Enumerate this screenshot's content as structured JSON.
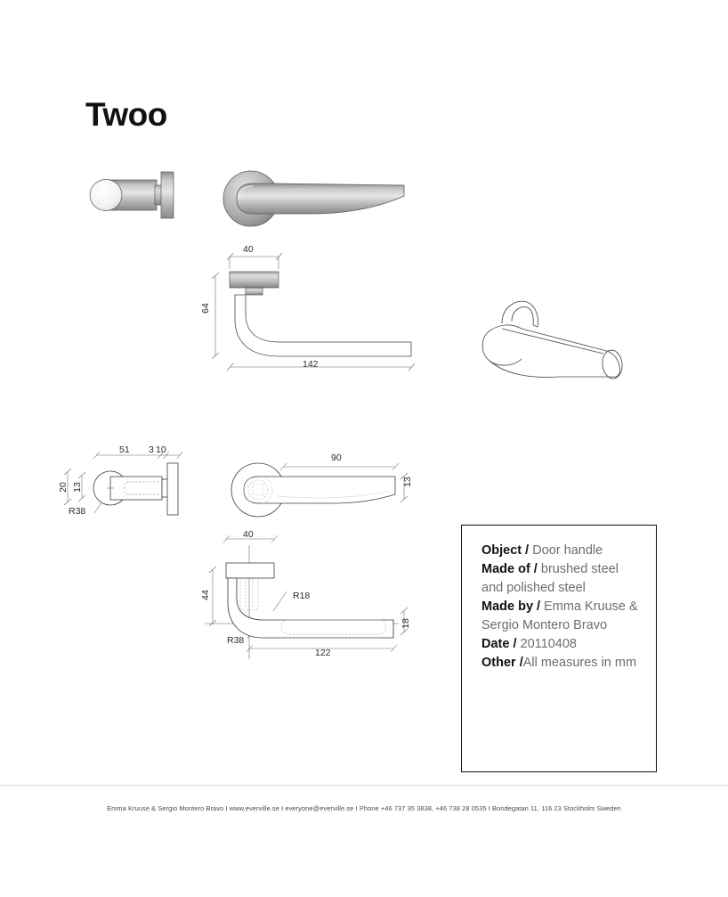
{
  "document": {
    "title": "Twoo",
    "kind": "product-technical-drawing"
  },
  "views": [
    {
      "name": "side-view-shaded",
      "label": ""
    },
    {
      "name": "top-view-shaded",
      "label": ""
    },
    {
      "name": "front-elevation-dimensioned",
      "label": ""
    },
    {
      "name": "perspective-wireframe",
      "label": ""
    },
    {
      "name": "section-view-dimensioned",
      "label": ""
    },
    {
      "name": "top-view-wireframe",
      "label": ""
    },
    {
      "name": "side-elevation-dimensioned",
      "label": ""
    }
  ],
  "dimensions": {
    "top_view_width": "40",
    "front_width": "40",
    "front_height": "64",
    "front_length": "142",
    "section_length": "51",
    "section_gap": "3",
    "section_plate": "10",
    "section_height": "20",
    "section_inner_height": "13",
    "section_radius": "R38",
    "wire_top_length": "90",
    "wire_top_thickness": "13",
    "side_width": "40",
    "side_height": "44",
    "side_radius_upper": "R18",
    "side_radius_lower": "R38",
    "side_thickness": "18",
    "side_length": "122"
  },
  "info": {
    "object_label": "Object /",
    "object_value": "Door handle",
    "made_of_label": "Made of /",
    "made_of_value": "brushed steel and polished steel",
    "made_by_label": "Made by /",
    "made_by_value": "Emma Kruuse & Sergio Montero Bravo",
    "date_label": "Date /",
    "date_value": "20110408",
    "other_label": "Other /",
    "other_value": "All measures in mm"
  },
  "footer": {
    "text": "Emma Kruuse & Sergio Montero Bravo  I  www.everville.se  I  everyone@everville.se  I  Phone +46 737 35 3838,  +46 738 28 0535  I  Bondegatan 11, 116 23 Stockholm Sweden"
  },
  "colors": {
    "metal_light": "#e2e2e2",
    "metal_mid": "#b2b2b2",
    "metal_dark": "#7c7c7c",
    "line": "#3a3a3a",
    "text_gray": "#6d6d6d",
    "rule": "#d9d9d9"
  }
}
